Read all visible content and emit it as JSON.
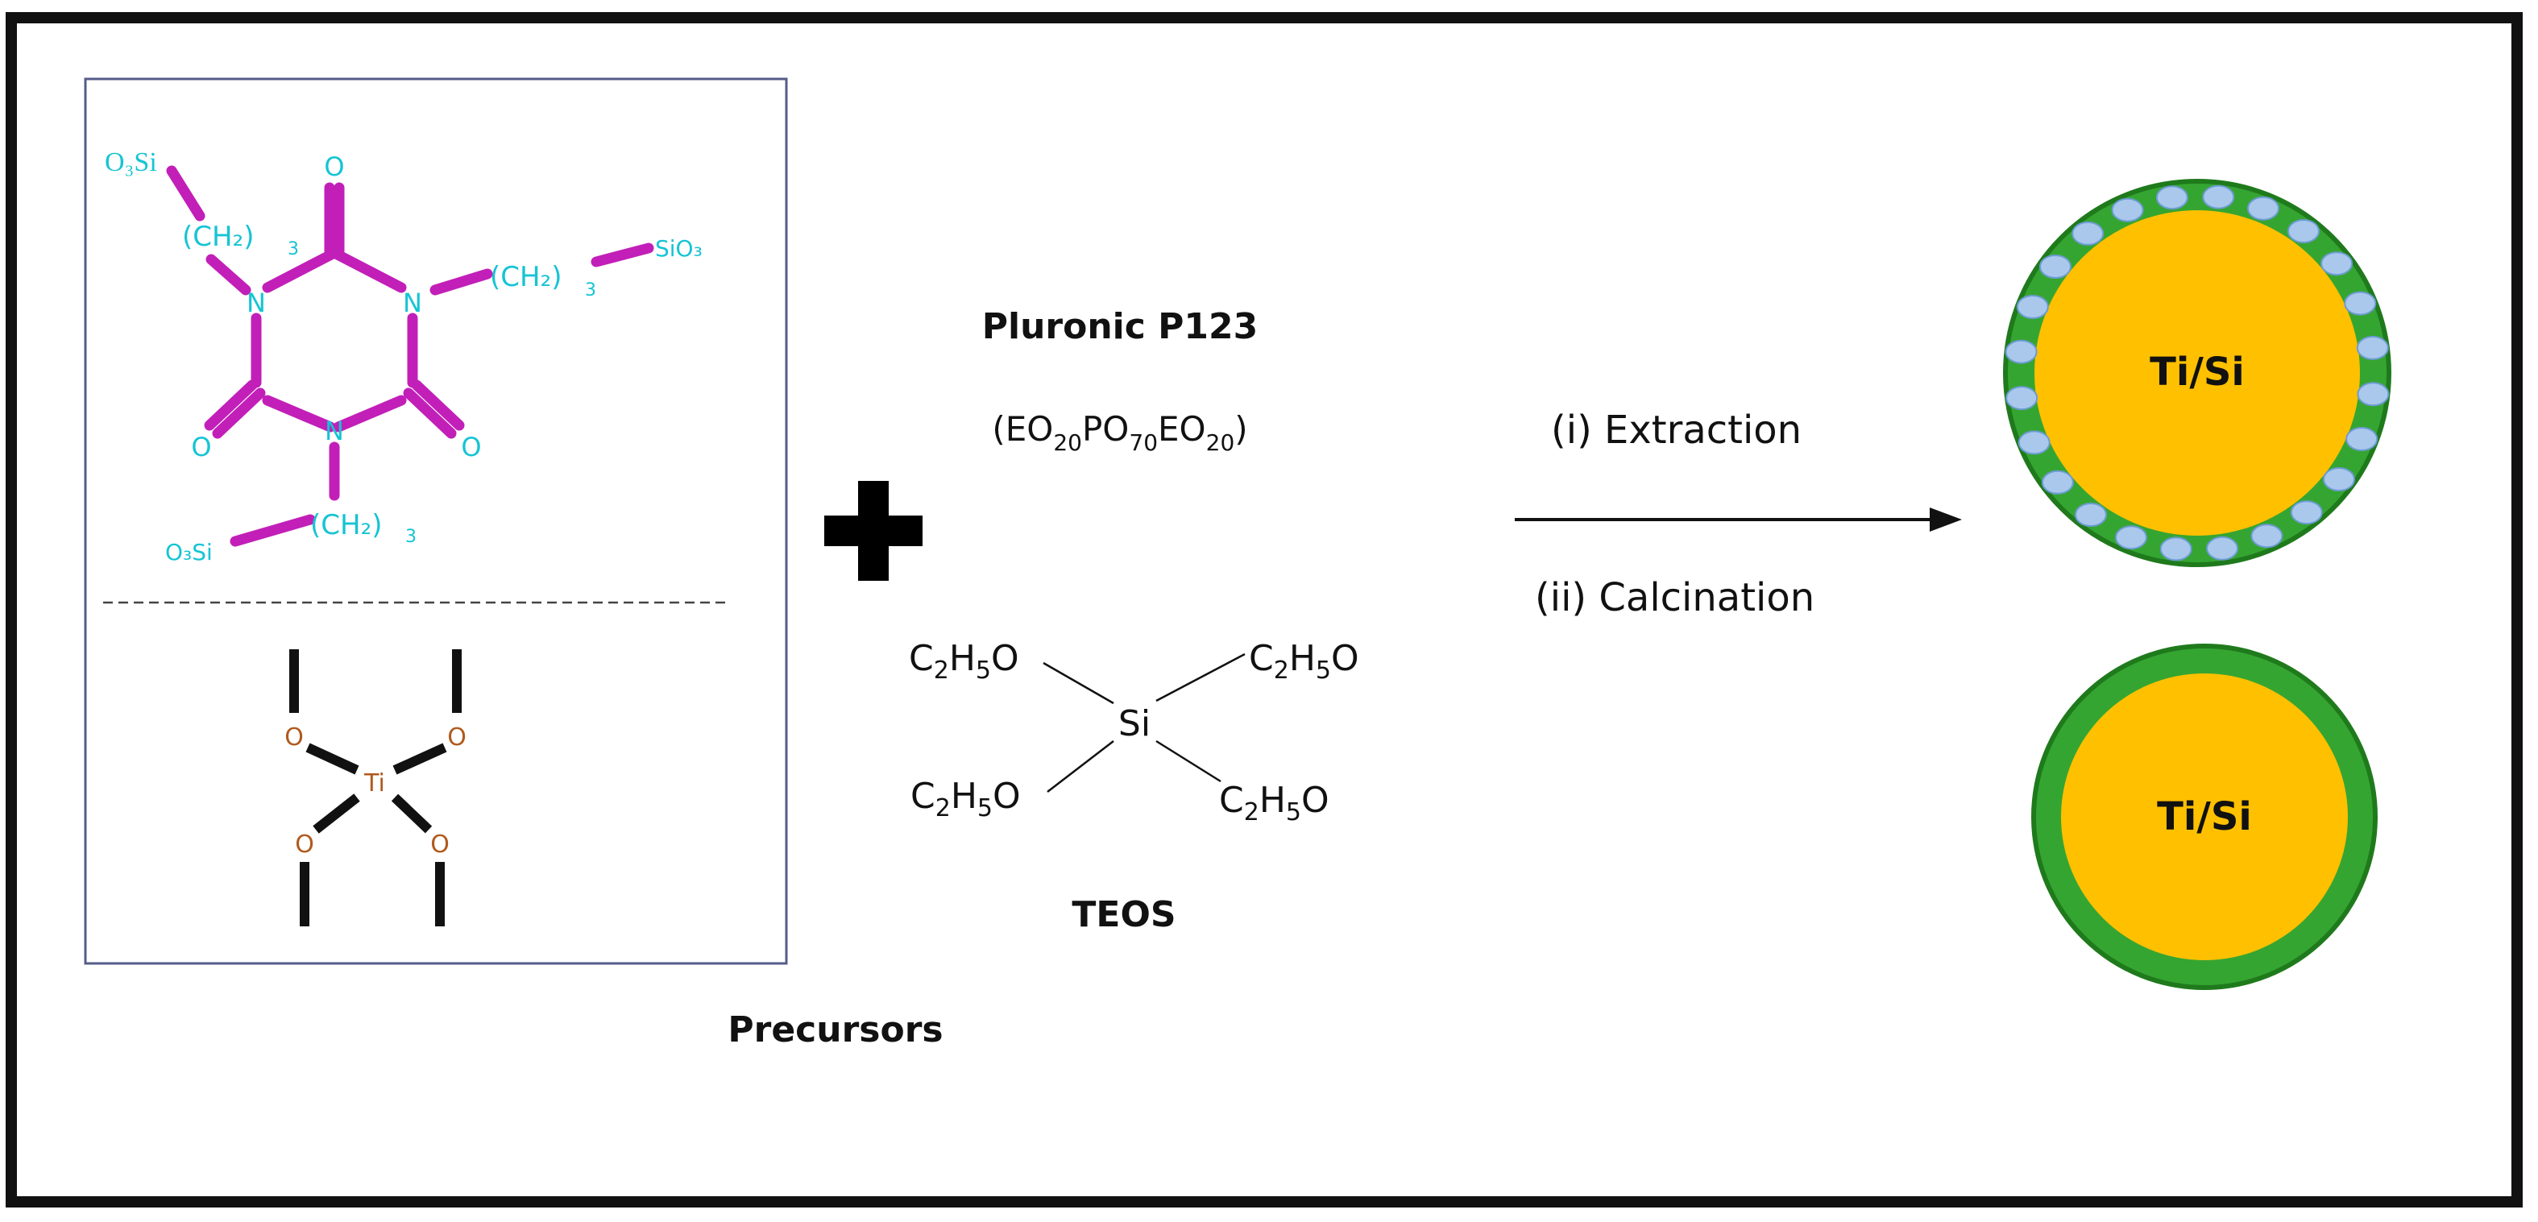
{
  "colors": {
    "frame": "#111111",
    "panel_border": "#555c8a",
    "bond_magenta": "#c21fb8",
    "atom_cyan": "#16c4d4",
    "ti_brown": "#b05a1e",
    "shell_green": "#35a531",
    "shell_green_dark": "#1f7a1c",
    "core_yellow": "#ffc000",
    "dot_blue": "#a9c8ec",
    "dot_blue_edge": "#6c9bd1"
  },
  "icons": {
    "plus": "plus-icon",
    "arrow": "arrow-right-icon"
  },
  "isocyanurate": {
    "top_left_group": "O₃Si",
    "right_group": "SiO₃",
    "bottom_group": "O₃Si",
    "chain_left": "(CH₂)",
    "chain_right": "(CH₂)",
    "chain_bottom": "(CH₂)",
    "chain_sub": "3",
    "n_atom": "N",
    "o_atom": "O"
  },
  "ti_alkoxide": {
    "center": "Ti",
    "oxygen": "O"
  },
  "precursors_label": "Precursors",
  "surfactant": {
    "name": "Pluronic P123",
    "formula": {
      "eo": "EO",
      "eo_n": "20",
      "po": "PO",
      "po_n": "70"
    }
  },
  "teos": {
    "label": "TEOS",
    "center": "Si",
    "group": {
      "c": "C",
      "c_n": "2",
      "h": "H",
      "h_n": "5",
      "o": "O"
    }
  },
  "process": {
    "step1": "(i) Extraction",
    "step2": "(ii) Calcination"
  },
  "products": {
    "particle1_label": "Ti/Si",
    "particle2_label": "Ti/Si"
  }
}
